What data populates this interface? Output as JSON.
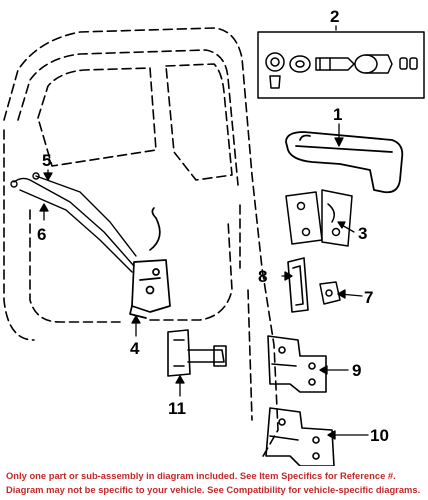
{
  "callouts": {
    "c1": "1",
    "c2": "2",
    "c3": "3",
    "c4": "4",
    "c5": "5",
    "c6": "6",
    "c7": "7",
    "c8": "8",
    "c9": "9",
    "c10": "10",
    "c11": "11"
  },
  "footer": {
    "line1": "Only one part or sub-assembly in diagram included. See Item Specifics for Reference #.",
    "line2": "Diagram may not be specific to your vehicle. See Compatibility for vehicle-specific diagrams."
  }
}
